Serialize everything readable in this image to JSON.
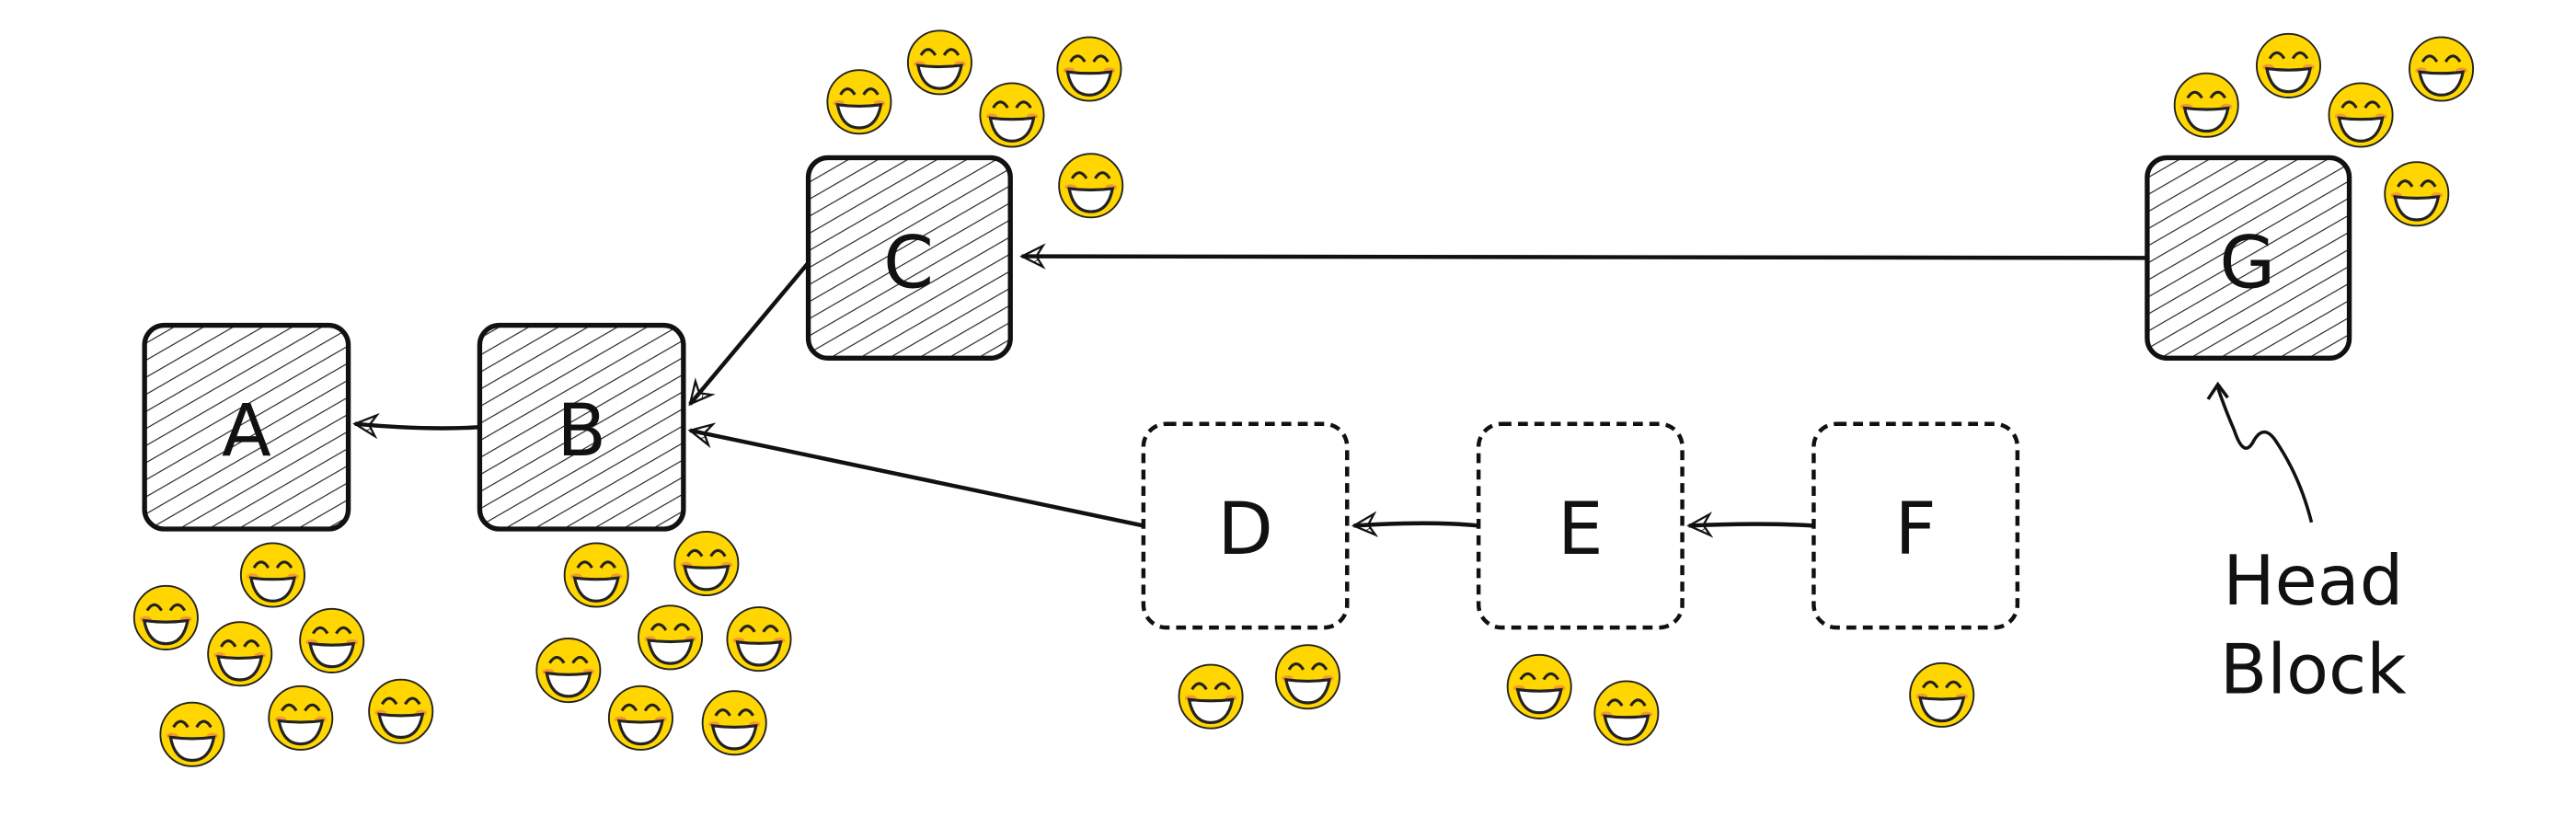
{
  "nodes": {
    "A": {
      "label": "A",
      "state": "confirmed",
      "votes": 7
    },
    "B": {
      "label": "B",
      "state": "confirmed",
      "votes": 7
    },
    "C": {
      "label": "C",
      "state": "confirmed",
      "votes": 5
    },
    "D": {
      "label": "D",
      "state": "pending",
      "votes": 2
    },
    "E": {
      "label": "E",
      "state": "pending",
      "votes": 2
    },
    "F": {
      "label": "F",
      "state": "pending",
      "votes": 1
    },
    "G": {
      "label": "G",
      "state": "confirmed",
      "votes": 5
    }
  },
  "edges": [
    {
      "from": "B",
      "to": "A"
    },
    {
      "from": "C",
      "to": "B"
    },
    {
      "from": "D",
      "to": "B"
    },
    {
      "from": "E",
      "to": "D"
    },
    {
      "from": "F",
      "to": "E"
    },
    {
      "from": "G",
      "to": "C"
    }
  ],
  "annotation": {
    "line1": "Head",
    "line2": "Block",
    "target": "G"
  },
  "colors": {
    "smiley": "#FFD600",
    "ink": "#111111",
    "blush": "#F08A3C"
  }
}
